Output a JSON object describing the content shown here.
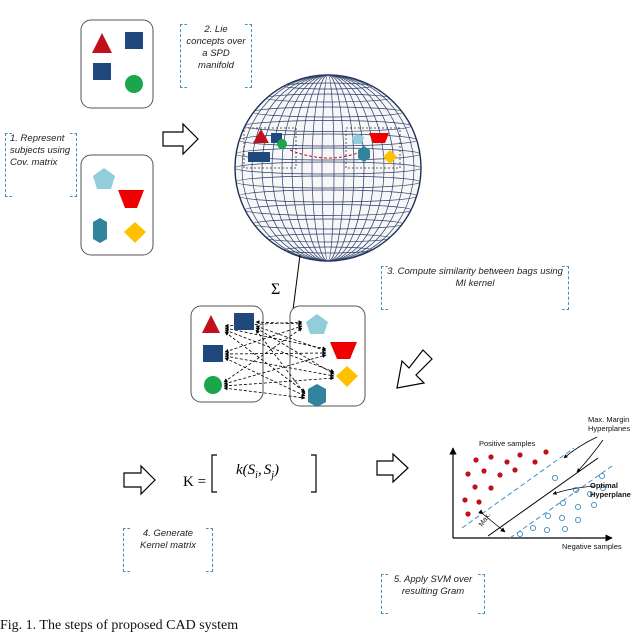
{
  "steps": {
    "step1": "1. Represent subjects using Cov. matrix",
    "step2": "2. Lie concepts over a SPD manifold",
    "step3": "3. Compute similarity between bags using MI kernel",
    "step4": "4. Generate Kernel matrix",
    "step5": "5. Apply SVM over resulting Gram"
  },
  "kernel": {
    "k_label": "K =",
    "expr_k": "k",
    "expr_s": "S",
    "sub_i": "i",
    "sub_j": "j",
    "sigma": "Σ"
  },
  "svm": {
    "positive": "Positive samples",
    "negative": "Negative samples",
    "max_margin": "Max. Margin Hyperplanes",
    "optimal": "Optimal Hyperplane",
    "max": "Max."
  },
  "caption": "Fig. 1.  The steps of proposed CAD system",
  "colors": {
    "red": "#c0111a",
    "navy": "#1f497d",
    "green": "#1aa64a",
    "light_blue": "#92cddc",
    "teal": "#31849b",
    "yellow": "#ffc000",
    "dashed_blue": "#3f8fc6"
  }
}
